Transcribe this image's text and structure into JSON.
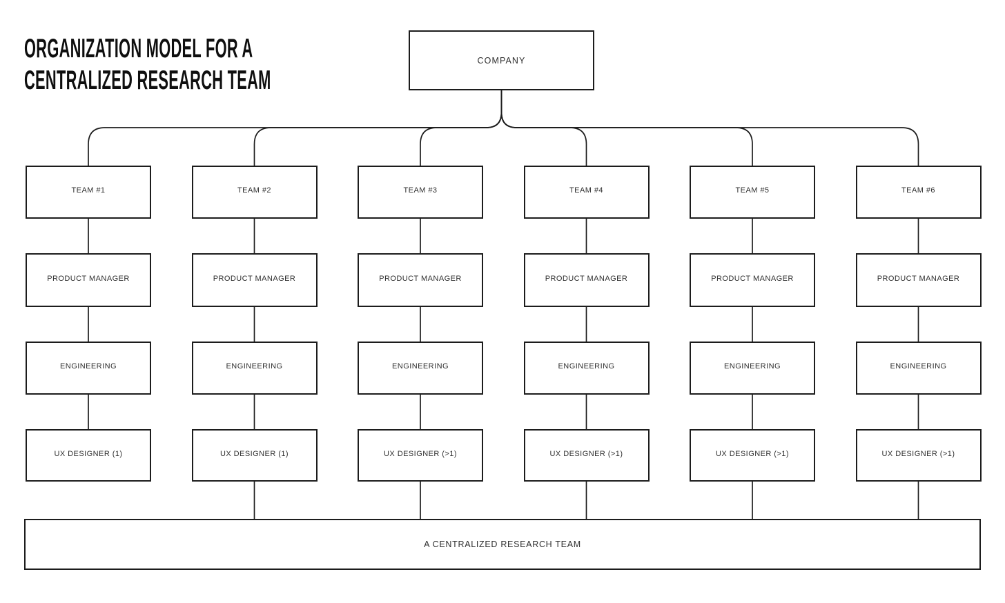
{
  "title": {
    "line1": "ORGANIZATION MODEL FOR A",
    "line2": "CENTRALIZED RESEARCH TEAM"
  },
  "company": {
    "label": "COMPANY"
  },
  "teams": [
    {
      "name": "TEAM #1",
      "product_manager": "PRODUCT MANAGER",
      "engineering": "ENGINEERING",
      "ux_designer": "UX DESIGNER (1)",
      "linked_to_research_team": false
    },
    {
      "name": "TEAM #2",
      "product_manager": "PRODUCT MANAGER",
      "engineering": "ENGINEERING",
      "ux_designer": "UX DESIGNER (1)",
      "linked_to_research_team": true
    },
    {
      "name": "TEAM #3",
      "product_manager": "PRODUCT MANAGER",
      "engineering": "ENGINEERING",
      "ux_designer": "UX DESIGNER (>1)",
      "linked_to_research_team": true
    },
    {
      "name": "TEAM #4",
      "product_manager": "PRODUCT MANAGER",
      "engineering": "ENGINEERING",
      "ux_designer": "UX DESIGNER (>1)",
      "linked_to_research_team": true
    },
    {
      "name": "TEAM #5",
      "product_manager": "PRODUCT MANAGER",
      "engineering": "ENGINEERING",
      "ux_designer": "UX DESIGNER (>1)",
      "linked_to_research_team": true
    },
    {
      "name": "TEAM #6",
      "product_manager": "PRODUCT MANAGER",
      "engineering": "ENGINEERING",
      "ux_designer": "UX DESIGNER (>1)",
      "linked_to_research_team": true
    }
  ],
  "research_team": {
    "label": "A CENTRALIZED RESEARCH TEAM"
  },
  "colors": {
    "background": "#ffffff",
    "line": "#1c1c1c",
    "box_border": "#1c1c1c",
    "box_text": "#2e2e2e",
    "title_text": "#0f0f0f"
  }
}
